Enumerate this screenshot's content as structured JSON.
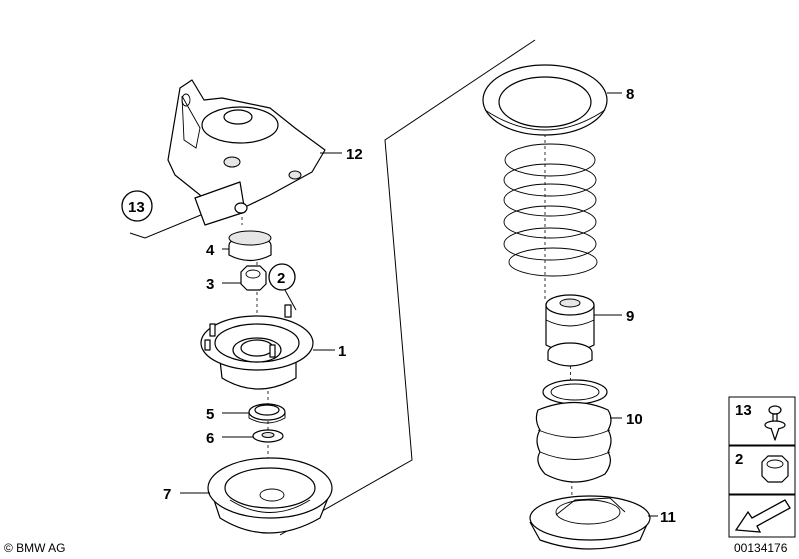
{
  "labels": {
    "p1": "1",
    "p2": "2",
    "p3": "3",
    "p4": "4",
    "p5": "5",
    "p6": "6",
    "p7": "7",
    "p8": "8",
    "p9": "9",
    "p10": "10",
    "p11": "11",
    "p12": "12",
    "p13": "13"
  },
  "legend": {
    "item13": "13",
    "item2": "2"
  },
  "footer": {
    "copyright": "© BMW AG",
    "diagram_id": "00134176"
  }
}
